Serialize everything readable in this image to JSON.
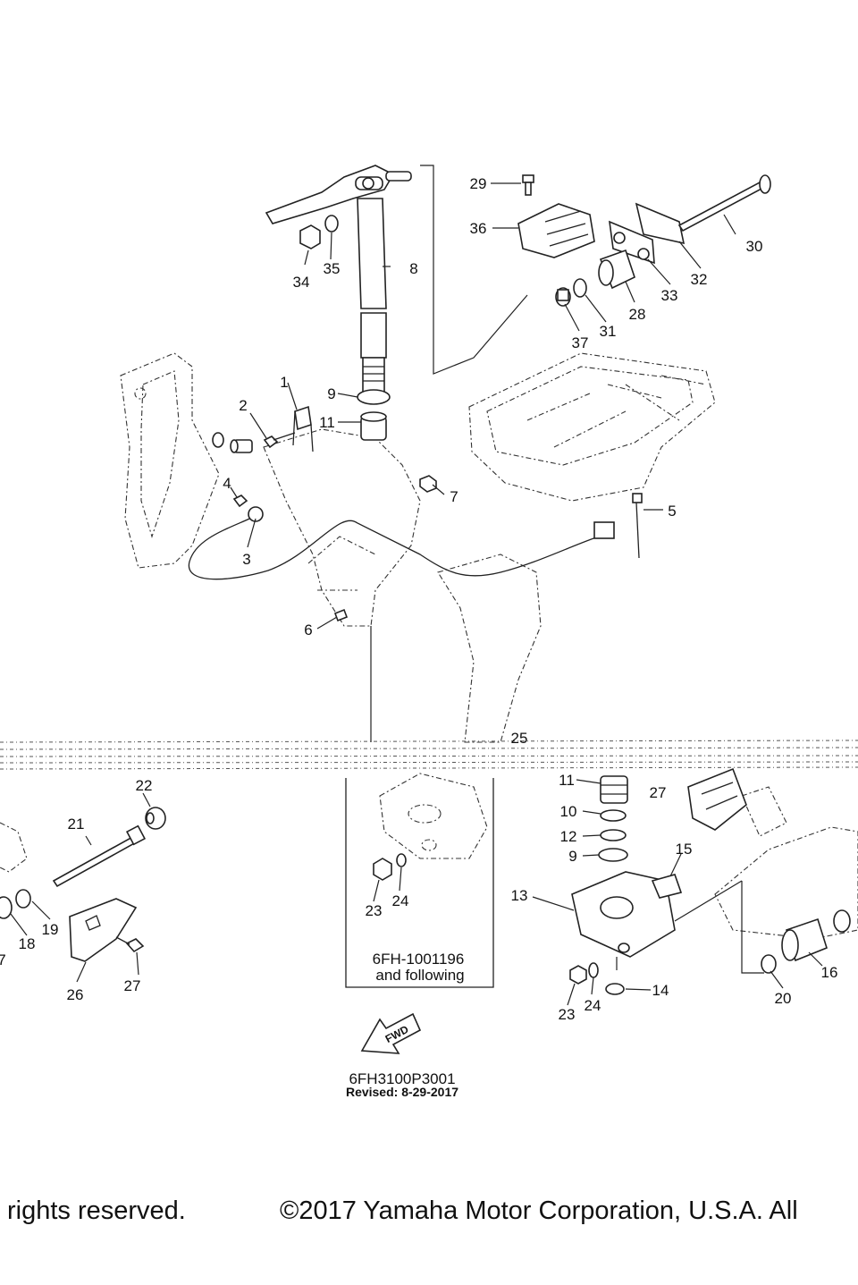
{
  "callouts": {
    "n1": "1",
    "n2": "2",
    "n3": "3",
    "n4": "4",
    "n5": "5",
    "n6": "6",
    "n7": "7",
    "n8": "8",
    "n9": "9",
    "n10": "10",
    "n11": "11",
    "n12": "12",
    "n13": "13",
    "n14": "14",
    "n15": "15",
    "n16": "16",
    "n18": "18",
    "n19": "19",
    "n20": "20",
    "n21": "21",
    "n22": "22",
    "n23": "23",
    "n24": "24",
    "n25": "25",
    "n26": "26",
    "n27": "27",
    "n28": "28",
    "n29": "29",
    "n30": "30",
    "n31": "31",
    "n32": "32",
    "n33": "33",
    "n34": "34",
    "n35": "35",
    "n36": "36",
    "n37": "37"
  },
  "inset_note_line1": "6FH-1001196",
  "inset_note_line2": "and following",
  "fwd_label": "FWD",
  "drawing_code": "6FH3100P3001",
  "revised": "Revised: 8-29-2017",
  "copyright_right_fragment": "rights reserved.",
  "copyright_left_fragment": "©2017 Yamaha Motor Corporation, U.S.A. All"
}
